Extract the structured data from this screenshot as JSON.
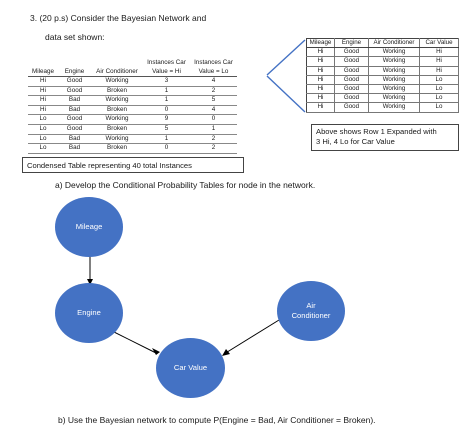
{
  "question_header": "3. (20 p.s)  Consider the Bayesian Network and",
  "data_set_label": "data set shown:",
  "condensed_table": {
    "headers": {
      "mileage": "Mileage",
      "engine": "Engine",
      "air_conditioner": "Air Conditioner",
      "hi_top": "Instances Car",
      "hi_bottom": "Value = Hi",
      "lo_top": "Instances Car",
      "lo_bottom": "Value = Lo"
    },
    "rows": [
      [
        "Hi",
        "Good",
        "Working",
        "3",
        "4"
      ],
      [
        "Hi",
        "Good",
        "Broken",
        "1",
        "2"
      ],
      [
        "Hi",
        "Bad",
        "Working",
        "1",
        "5"
      ],
      [
        "Hi",
        "Bad",
        "Broken",
        "0",
        "4"
      ],
      [
        "Lo",
        "Good",
        "Working",
        "9",
        "0"
      ],
      [
        "Lo",
        "Good",
        "Broken",
        "5",
        "1"
      ],
      [
        "Lo",
        "Bad",
        "Working",
        "1",
        "2"
      ],
      [
        "Lo",
        "Bad",
        "Broken",
        "0",
        "2"
      ]
    ]
  },
  "condensed_caption": "Condensed Table representing 40 total Instances",
  "expanded_table": {
    "headers": [
      "Mileage",
      "Engine",
      "Air Conditioner",
      "Car Value"
    ],
    "rows": [
      [
        "Hi",
        "Good",
        "Working",
        "Hi"
      ],
      [
        "Hi",
        "Good",
        "Working",
        "Hi"
      ],
      [
        "Hi",
        "Good",
        "Working",
        "Hi"
      ],
      [
        "Hi",
        "Good",
        "Working",
        "Lo"
      ],
      [
        "Hi",
        "Good",
        "Working",
        "Lo"
      ],
      [
        "Hi",
        "Good",
        "Working",
        "Lo"
      ],
      [
        "Hi",
        "Good",
        "Working",
        "Lo"
      ]
    ]
  },
  "expanded_note_line1": "Above shows Row 1 Expanded with",
  "expanded_note_line2": "3 Hi, 4 Lo for Car Value",
  "part_a": "a)   Develop the Conditional Probability Tables for node in the network.",
  "nodes": {
    "mileage": "Mileage",
    "engine": "Engine",
    "air_conditioner_line1": "Air",
    "air_conditioner_line2": "Conditioner",
    "car_value": "Car Value"
  },
  "part_b": "b)   Use the Bayesian network to compute P(Engine = Bad, Air Conditioner = Broken).",
  "colors": {
    "node_fill": "#4472c4",
    "connector_line": "#4472c4",
    "text": "#1a1a1a"
  }
}
